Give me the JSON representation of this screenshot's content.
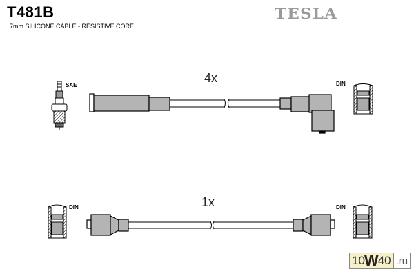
{
  "header": {
    "part_number": "T481B",
    "description": "7mm SILICONE CABLE - RESISTIVE CORE",
    "brand": "TESLA"
  },
  "cable_sets": [
    {
      "quantity_label": "4x",
      "left_connector_label": "SAE",
      "right_connector_label": "DIN",
      "left_end": "spark-plug",
      "right_end": "right-angle-boot"
    },
    {
      "quantity_label": "1x",
      "left_connector_label": "DIN",
      "right_connector_label": "DIN",
      "left_end": "straight-boot",
      "right_end": "straight-boot"
    }
  ],
  "watermark": {
    "prefix": "10",
    "middle": "W",
    "suffix": "40",
    "domain": ".ru"
  },
  "colors": {
    "boot_fill": "#b4b4b4",
    "outline": "#000000",
    "brand_gray": "#9a9a9a",
    "watermark_bg": "#f5f0c8"
  }
}
